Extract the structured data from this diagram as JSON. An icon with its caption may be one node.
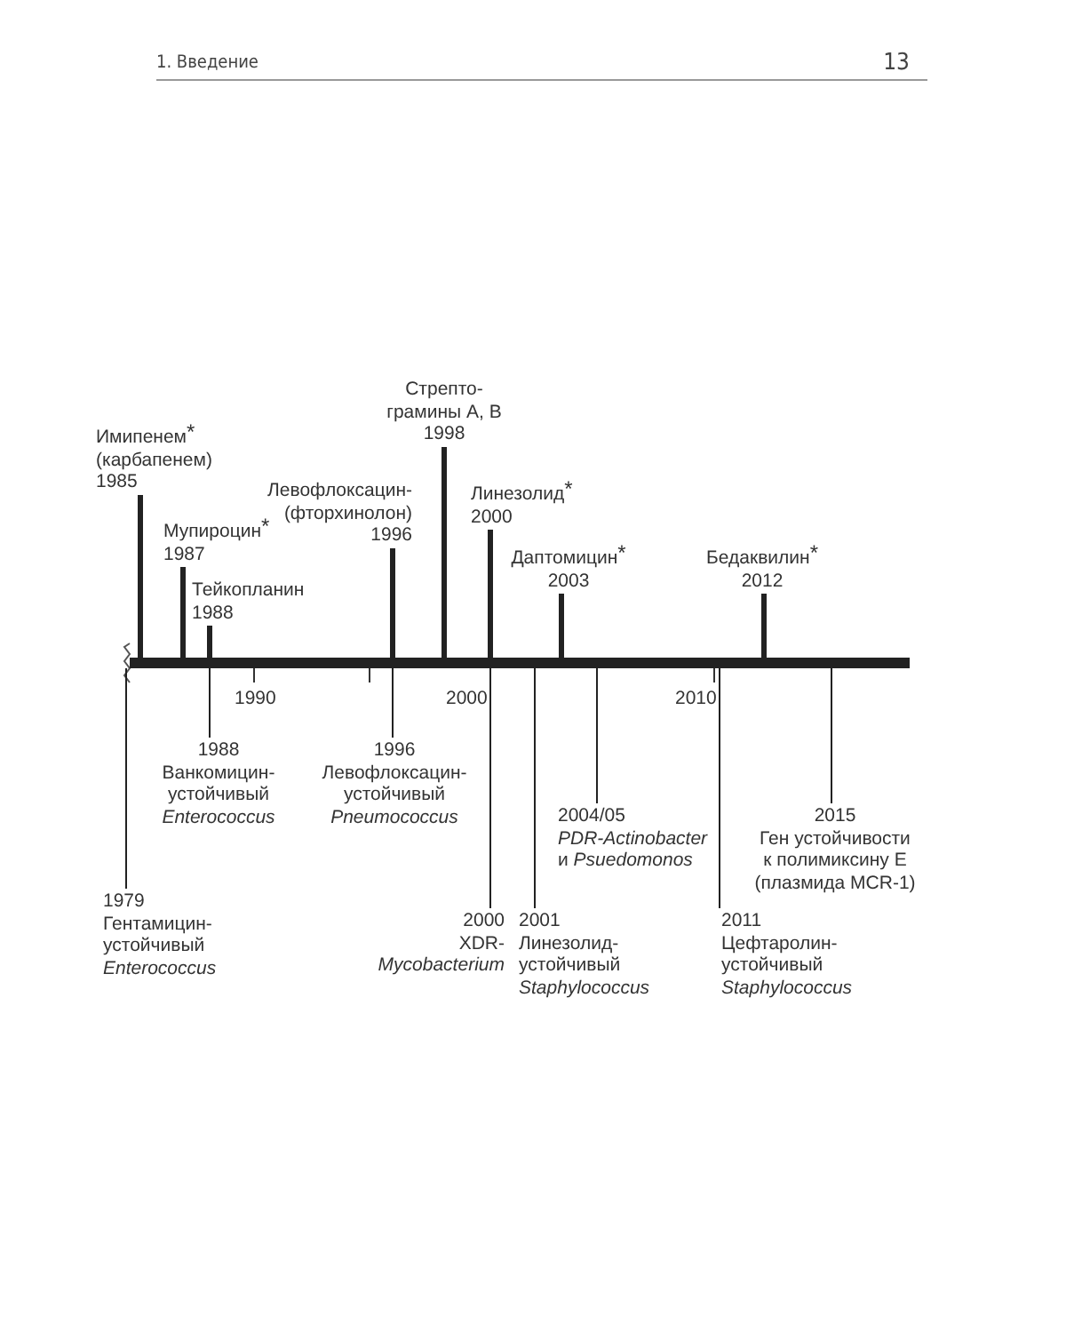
{
  "diagram": {
    "nodes": [
      {
        "text": [
          "Имипенем$^{*}$ (карбапенем)",
          "1985"
        ]
      },
      {
        "text": [
          "Стрепто- грамины А, В",
          "1998"
        ]
      },
      {
        "text": [
          "Мупироцин$^{*}$",
          "1987"
        ]
      },
      {
        "text": [
          "Левофлоксацин- (фторхинолон)",
          "1996"
        ]
      },
      {
        "text": [
          "Линезолид$^{*}$",
          "2000"
        ]
      },
      {
        "text": [
          "Тейкопланин",
          "1988"
        ]
      },
      {
        "text": [
          "Даптомицин$^{*}$",
          "2003"
        ]
      },
      {
        "text": [
          "Бедаквилин$^{*}$",
          "2012"
        ]
      },
      {
        "text": [
          "1988",
          "Ванкомицин- устойчивый *Enterococcus*"
        ]
      },
      {
        "text": [
          "1996",
          "Левофлоксацин- устойчивый *Pneumococcus*"
        ]
      },
      {
        "text": [
          "2004/05",
          "*PDR-Actinobacter* и *Psuedomonos*"
        ]
      },
      {
        "text": [
          "2015",
          "Ген устойчивости к полимиксину E (плазмида MCR-1)"
        ]
      },
      {
        "text": [
          "1979",
          "Гентамицин- устойчивый *Enterococcus*"
        ]
      },
      {
        "text": [
          "2000",
          "XDR- *Mycobacterium*"
        ]
      },
      {
        "text": [
          "2001",
          "Линезолид- устойчивый *Staphylococcus*"
        ]
      },
      {
        "text": [
          "2011",
          "Цефтаролин- устойчивый *Staphylococcus*"
        ]
      },
      {
        "text": [],
        "shape": "bar"
      }
    ],
    "edges": [
      {
        "from": 0,
        "to": 16,
        "arrow": "none",
        "style": "thick"
      },
      {
        "from": 1,
        "to": 16,
        "arrow": "none",
        "style": "thick"
      },
      {
        "from": 2,
        "to": 16,
        "arrow": "none",
        "style": "thick"
      },
      {
        "from": 3,
        "to": 16,
        "arrow": "none",
        "style": "thick"
      },
      {
        "from": 4,
        "to": 16,
        "arrow": "none",
        "style": "thick"
      },
      {
        "from": 5,
        "to": 16,
        "arrow": "none",
        "style": "thick"
      },
      {
        "from": 6,
        "to": 16,
        "arrow": "none",
        "style": "thick"
      },
      {
        "from": 7,
        "to": 16,
        "arrow": "none",
        "style": "thick"
      },
      {
        "from": 8,
        "to": 16,
        "arrow": "none"
      },
      {
        "from": 9,
        "to": 16,
        "arrow": "none"
      },
      {
        "from": 10,
        "to": 16,
        "arrow": "none"
      },
      {
        "from": 11,
        "to": 16,
        "arrow": "none"
      },
      {
        "from": 12,
        "to": 16,
        "arrow": "none"
      },
      {
        "from": 13,
        "to": 16,
        "arrow": "none"
      },
      {
        "from": 14,
        "to": 16,
        "arrow": "none"
      },
      {
        "from": 15,
        "to": 16,
        "arrow": "none"
      }
    ],
    "labels": [
      "1. Введение",
      "13",
      "1990",
      "2000",
      "2010"
    ]
  }
}
